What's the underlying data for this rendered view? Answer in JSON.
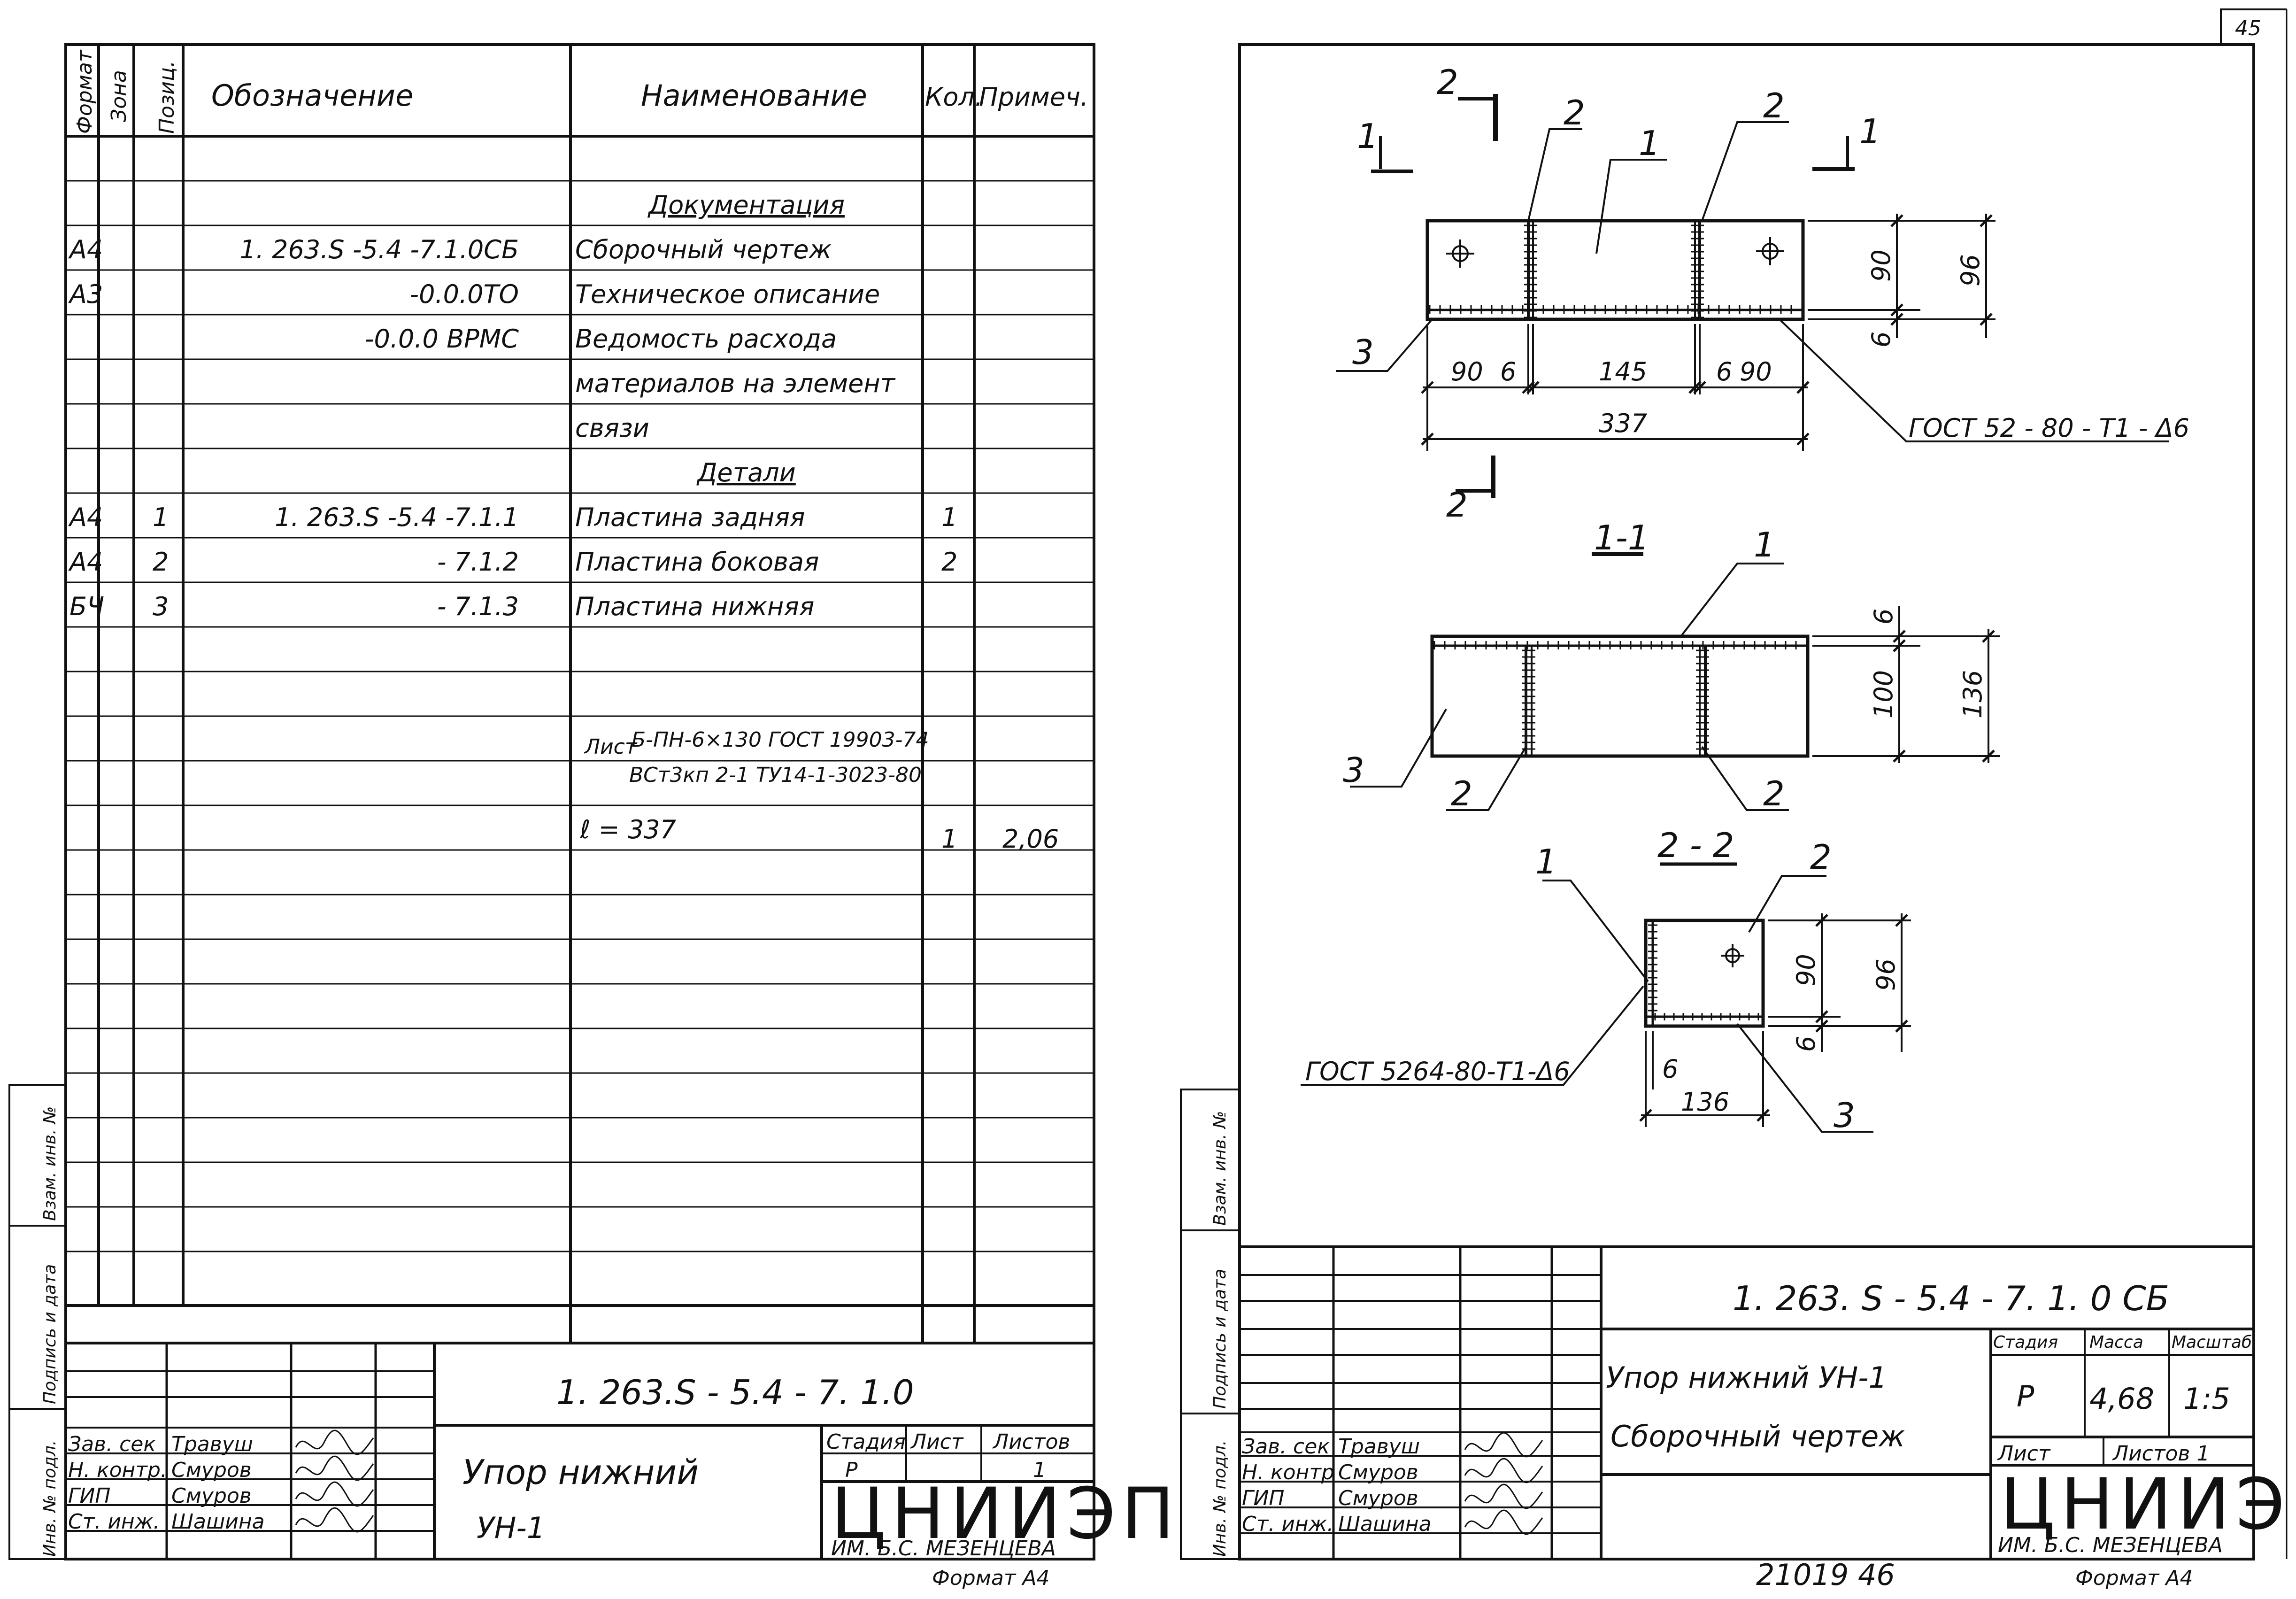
{
  "page_number": "45",
  "left_sheet": {
    "headers": {
      "format": "Формат",
      "zone": "Зона",
      "position": "Позиц.",
      "designation": "Обозначение",
      "name": "Наименование",
      "qty": "Кол.",
      "note": "Примеч."
    },
    "rows": [
      {
        "format": "",
        "pos": "",
        "designation": "",
        "name": "Документация",
        "qty": "",
        "note": "",
        "section": true
      },
      {
        "format": "А4",
        "pos": "",
        "designation": "1. 263.S -5.4 -7.1.0СБ",
        "name": "Сборочный   чертеж",
        "qty": "",
        "note": ""
      },
      {
        "format": "А3",
        "pos": "",
        "designation": "-0.0.0ТО",
        "name": "Техническое  описание",
        "qty": "",
        "note": ""
      },
      {
        "format": "",
        "pos": "",
        "designation": "-0.0.0 ВРМС",
        "name": "Ведомость  расхода",
        "qty": "",
        "note": ""
      },
      {
        "format": "",
        "pos": "",
        "designation": "",
        "name": "материалов на элемент",
        "qty": "",
        "note": ""
      },
      {
        "format": "",
        "pos": "",
        "designation": "",
        "name": "связи",
        "qty": "",
        "note": ""
      },
      {
        "format": "",
        "pos": "",
        "designation": "",
        "name": "Детали",
        "qty": "",
        "note": "",
        "section": true
      },
      {
        "format": "А4",
        "pos": "1",
        "designation": "1. 263.S -5.4 -7.1.1",
        "name": "Пластина  задняя",
        "qty": "1",
        "note": ""
      },
      {
        "format": "А4",
        "pos": "2",
        "designation": "- 7.1.2",
        "name": "Пластина  боковая",
        "qty": "2",
        "note": ""
      },
      {
        "format": "БЧ",
        "pos": "3",
        "designation": "- 7.1.3",
        "name": "Пластина  нижняя",
        "qty": "",
        "note": ""
      }
    ],
    "material_word": "Лист",
    "material_line1": "Б-ПН-6×130 ГОСТ 19903-74",
    "material_line2": "ВСт3кп 2-1 ТУ14-1-3023-80",
    "length_text": "ℓ = 337",
    "length_qty": "1",
    "length_note": "2,06",
    "side_labels": {
      "inv_podl": "Инв. № подл.",
      "podpis": "Подпись и дата",
      "vzam": "Взам. инв. №"
    },
    "title_block": {
      "code": "1. 263.S - 5.4 - 7. 1.0",
      "name_line1": "Упор нижний",
      "name_line2": "УН-1",
      "stage_label": "Стадия",
      "sheet_label": "Лист",
      "sheets_label": "Листов",
      "stage_value": "Р",
      "sheets_value": "1",
      "org_main": "ЦНИИЭП",
      "org_sub": "ИМ. Б.С. МЕЗЕНЦЕВА",
      "format_text": "Формат А4",
      "people": [
        {
          "role": "Зав. сек",
          "name": "Травуш"
        },
        {
          "role": "Н. контр.",
          "name": "Смуров"
        },
        {
          "role": "ГИП",
          "name": "Смуров"
        },
        {
          "role": "Ст. инж.",
          "name": "Шашина"
        }
      ]
    }
  },
  "right_sheet": {
    "plan": {
      "section_2_top": "2",
      "section_1_left": "1",
      "section_1_right": "1",
      "section_2_bottom": "2",
      "callout_2a": "2",
      "callout_1": "1",
      "callout_2b": "2",
      "callout_3": "3",
      "dim_90a": "90",
      "dim_6a": "6",
      "dim_145": "145",
      "dim_6b": "6",
      "dim_90b": "90",
      "dim_337": "337",
      "dim_v90": "90",
      "dim_v96": "96",
      "dim_v6": "6",
      "weld_note": "ГОСТ 52 - 80 - Т1 - Δ6"
    },
    "section11": {
      "title": "1-1",
      "callout_1": "1",
      "callout_3": "3",
      "callout_2a": "2",
      "callout_2b": "2",
      "dim_v6": "6",
      "dim_v100": "100",
      "dim_v136": "136"
    },
    "section22": {
      "title": "2 - 2",
      "callout_1": "1",
      "callout_2": "2",
      "callout_3": "3",
      "dim_v90": "90",
      "dim_v96": "96",
      "dim_v6": "6",
      "dim_h6": "6",
      "dim_136": "136",
      "weld_note": "ГОСТ 5264-80-Т1-Δ6"
    },
    "side_labels": {
      "inv_podl": "Инв. № подл.",
      "podpis": "Подпись и дата",
      "vzam": "Взам. инв. №"
    },
    "title_block": {
      "code": "1. 263. S - 5.4 - 7. 1. 0 СБ",
      "name_line1": "Упор нижний  УН-1",
      "name_line2": "Сборочный  чертеж",
      "stage_label": "Стадия",
      "mass_label": "Масса",
      "scale_label": "Масштаб",
      "stage_value": "Р",
      "mass_value": "4,68",
      "scale_value": "1:5",
      "sheet_label": "Лист",
      "sheets_label": "Листов 1",
      "org_main": "ЦНИИЭП",
      "org_sub": "ИМ. Б.С. МЕЗЕНЦЕВА",
      "format_text": "Формат А4",
      "people": [
        {
          "role": "Зав. сек",
          "name": "Травуш"
        },
        {
          "role": "Н. контр",
          "name": "Смуров"
        },
        {
          "role": "ГИП",
          "name": "Смуров"
        },
        {
          "role": "Ст. инж.",
          "name": "Шашина"
        }
      ]
    }
  },
  "bottom_stamp": "21019   46"
}
